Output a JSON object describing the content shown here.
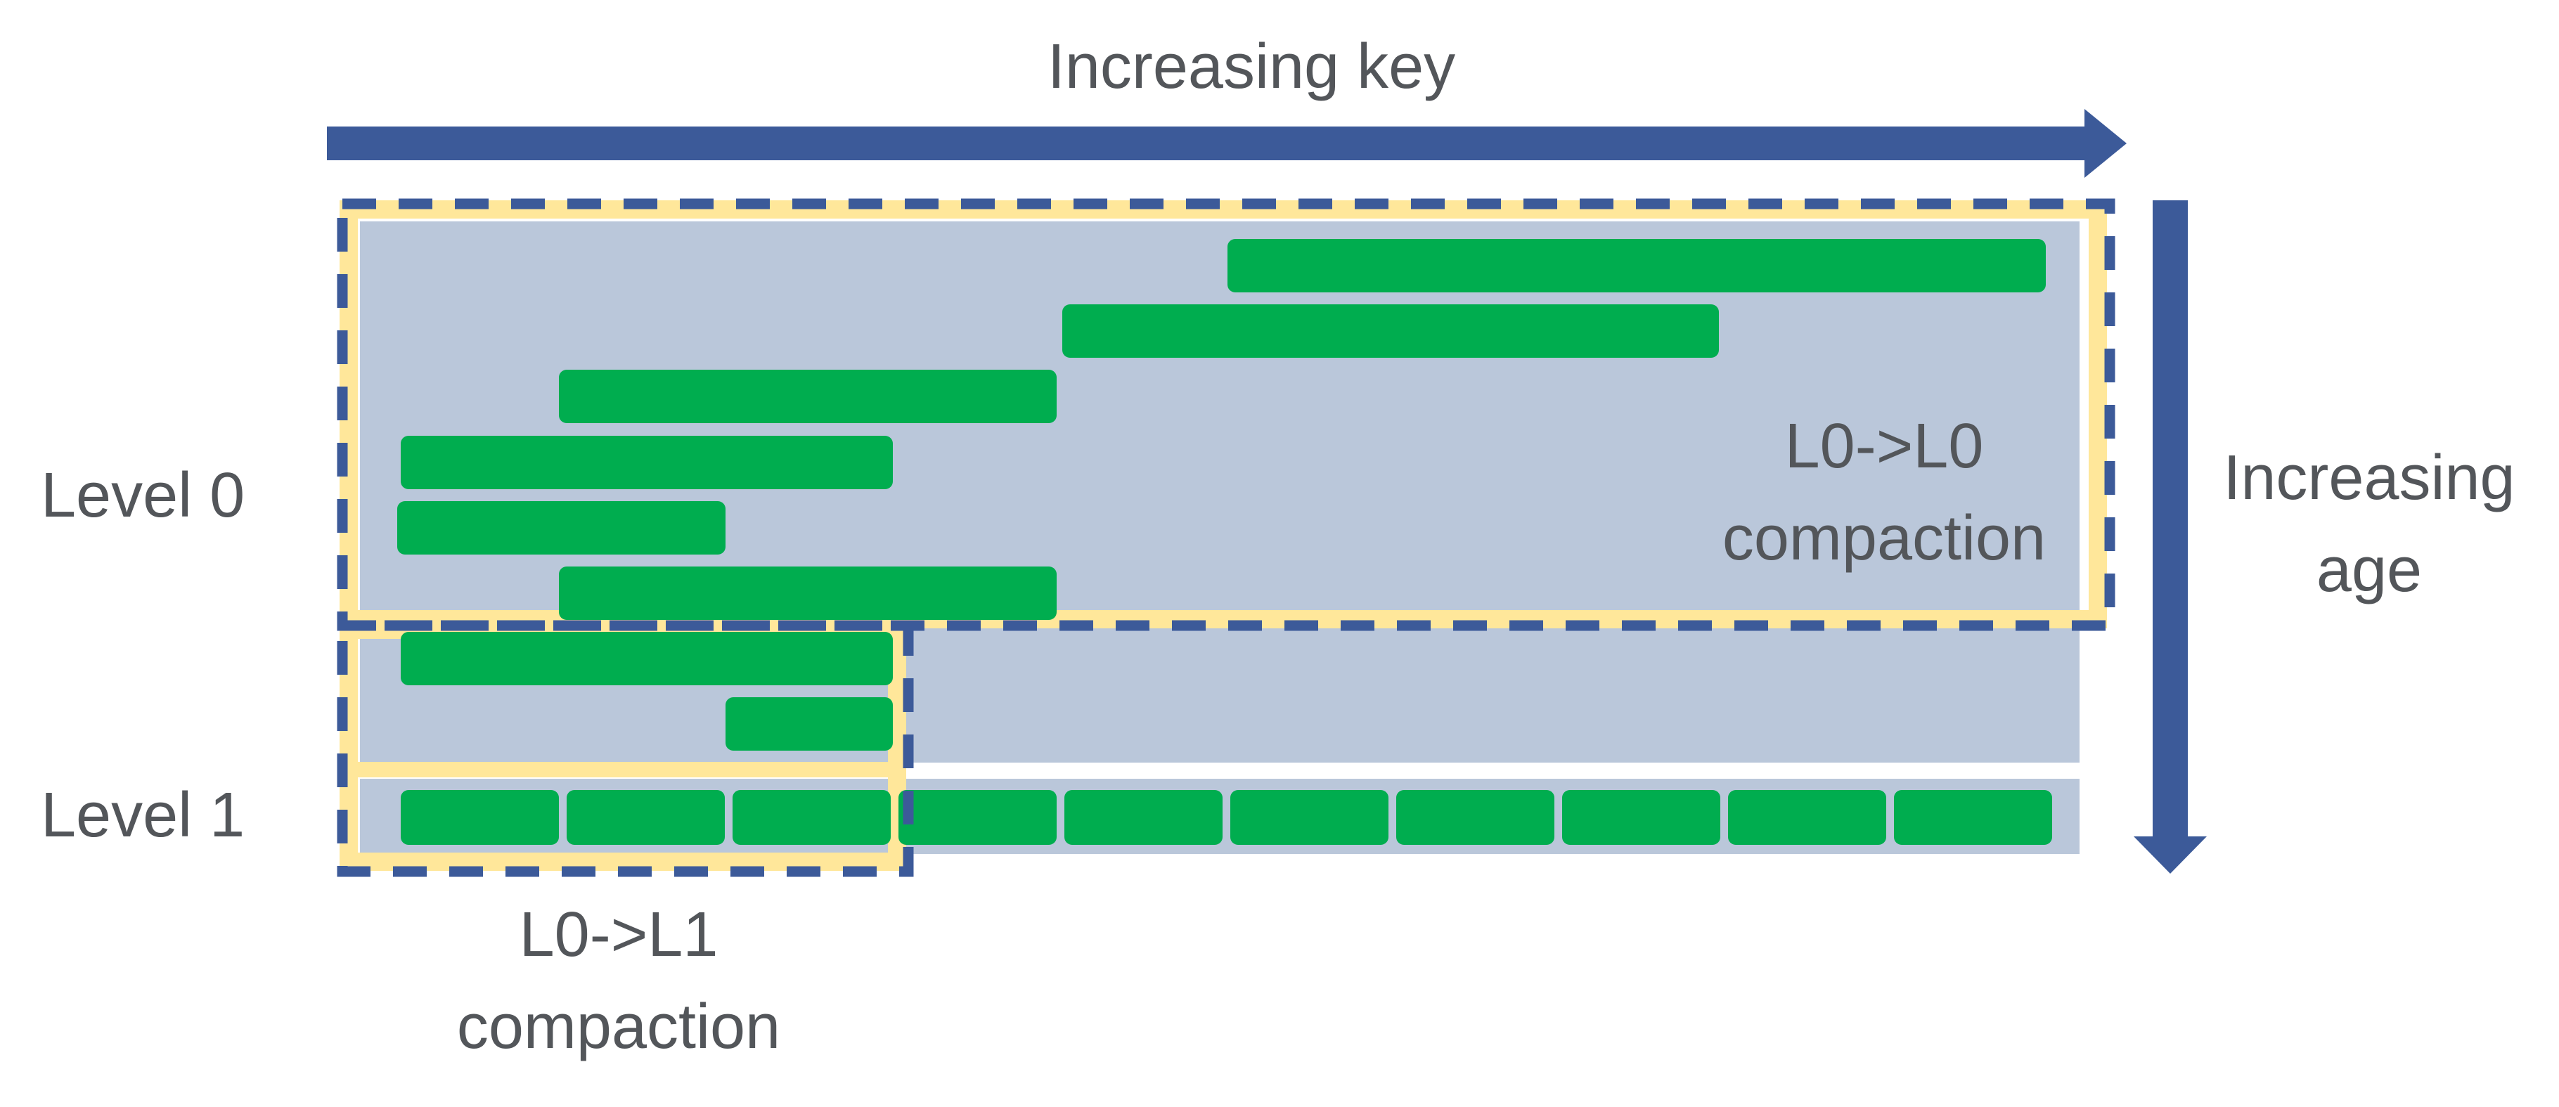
{
  "labels": {
    "x_axis": "Increasing key",
    "y_axis_line1": "Increasing",
    "y_axis_line2": "age",
    "level0": "Level 0",
    "level1": "Level 1",
    "l0_l0_line1": "L0->L0",
    "l0_l0_line2": "compaction",
    "l0_l1_line1": "L0->L1",
    "l0_l1_line2": "compaction"
  },
  "colors": {
    "arrow": "#3c5a99",
    "level_bg": "#bac7da",
    "sst": "#00ad4f",
    "highlight": "#ffe79a",
    "dashed": "#3c5a99",
    "text": "#53565a"
  }
}
